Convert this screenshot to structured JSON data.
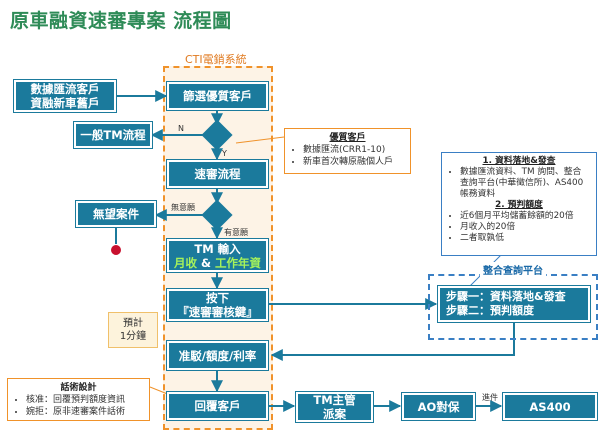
{
  "title": "原車融資速審專案  流程圖",
  "cti_label": "CTI電銷系統",
  "nodes": {
    "data_input": [
      "數據匯流客戶",
      "資融新車舊戶"
    ],
    "screen": "篩選優質客戶",
    "general_tm": "一般TM流程",
    "quick_review": "速審流程",
    "no_intent": "無望案件",
    "tm_input_line1": "TM 輸入",
    "tm_input_monthly": "月收",
    "tm_input_amp": " & ",
    "tm_input_years": "工作年資",
    "press_line1": "按下",
    "press_line2": "『速審審核鍵』",
    "approve": "准駁/額度/利率",
    "reply": "回覆客戶",
    "tm_supervisor": [
      "TM主管",
      "派案"
    ],
    "ao": "AO對保",
    "as400": "AS400"
  },
  "edge_labels": {
    "n": "N",
    "y": "Y",
    "no_intent": "無意願",
    "has_intent": "有意願",
    "enter": "進件"
  },
  "quality_note": {
    "heading": "優質客戶",
    "items": [
      "數據匯流(CRR1-10)",
      "新車首次轉原融個人戶"
    ]
  },
  "data_note": {
    "heading1": "1. 資料落地&發查",
    "items1": [
      "數據匯流資料、TM 詢問、整合查詢平台(中華徵信所)、AS400帳務資料"
    ],
    "heading2": "2. 預判額度",
    "items2": [
      "近6個月平均儲蓄餘額的20倍",
      "月收入的20倍",
      "二者取孰低"
    ]
  },
  "platform": {
    "label": "整合查詢平台",
    "step1": "步驟一：資料落地&發查",
    "step2": "步驟二：預判額度"
  },
  "estimate": [
    "預計",
    "1分鐘"
  ],
  "script_note": {
    "heading": "話術設計",
    "items": [
      "核准：回覆預判額度資訊",
      "婉拒：原非速審案件話術"
    ]
  },
  "colors": {
    "node_fill": "#1b7a9c",
    "title_green": "#2e8b57",
    "cti_orange": "#f0922a",
    "platform_blue": "#3a7fc4",
    "highlight_green": "#a6f25a",
    "terminal_red": "#c8102e"
  }
}
